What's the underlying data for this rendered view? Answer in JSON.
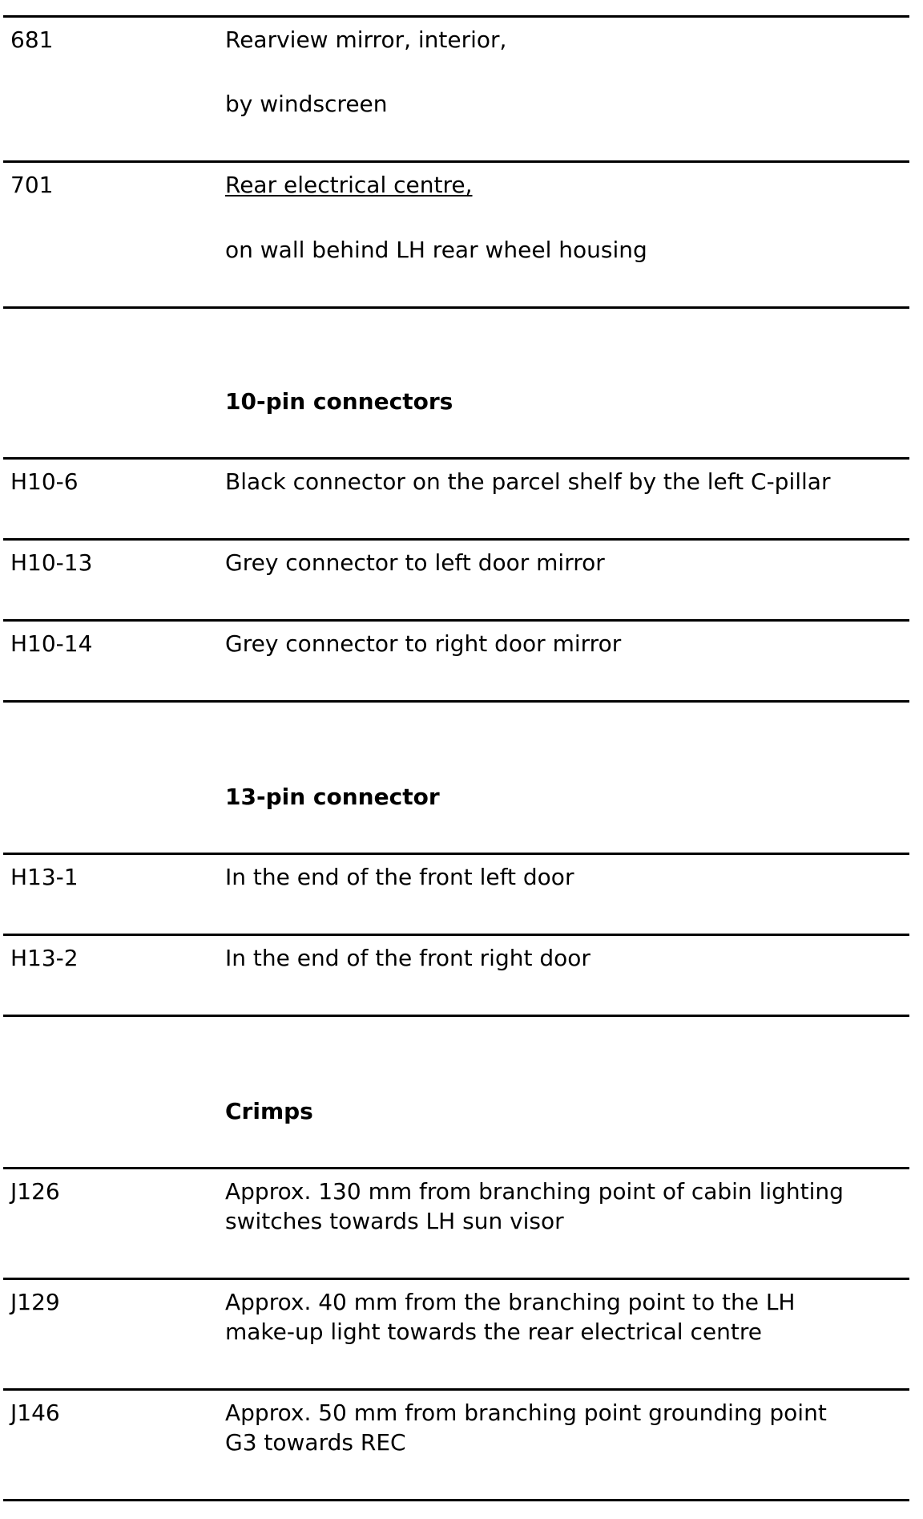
{
  "rows_top": [
    {
      "code": "681",
      "line1": "Rearview mirror, interior,",
      "line2": "by windscreen"
    },
    {
      "code": "701",
      "line1": "Rear electrical centre,",
      "line2": "on wall behind LH rear wheel housing"
    }
  ],
  "section_10pin": {
    "heading": "10-pin connectors",
    "rows": [
      {
        "code": "H10-6",
        "desc": "Black connector on the parcel shelf by the left C-pillar"
      },
      {
        "code": "H10-13",
        "desc": "Grey connector to left door mirror"
      },
      {
        "code": "H10-14",
        "desc": "Grey connector to right door mirror"
      }
    ]
  },
  "section_13pin": {
    "heading": "13-pin connector",
    "rows": [
      {
        "code": "H13-1",
        "desc": "In the end of the front left door"
      },
      {
        "code": "H13-2",
        "desc": "In the end of the front right door"
      }
    ]
  },
  "section_crimps": {
    "heading": "Crimps",
    "rows": [
      {
        "code": "J126",
        "line1": "Approx. 130 mm from branching point of cabin lighting",
        "line2": "switches towards LH sun visor"
      },
      {
        "code": "J129",
        "line1": "Approx. 40 mm from the branching point to the LH",
        "line2": "make-up light towards the rear electrical centre"
      },
      {
        "code": "J146",
        "line1": "Approx. 50 mm from branching point grounding point",
        "line2": "G3 towards REC"
      }
    ]
  }
}
